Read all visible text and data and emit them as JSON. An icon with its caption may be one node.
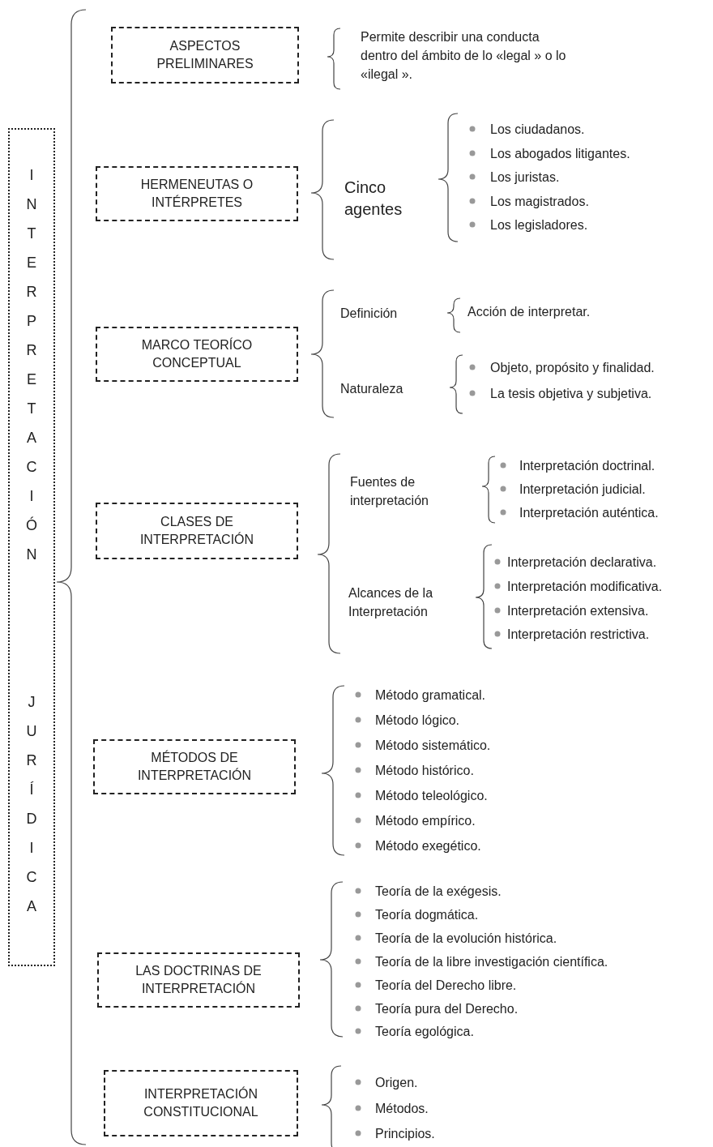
{
  "diagram": {
    "nodes": [
      {
        "text": [
          "INTERPRETACIÓN JURÍDICA"
        ]
      },
      {
        "text": [
          "ASPECTOS PRELIMINARES"
        ]
      },
      {
        "text": [
          "HERMENEUTAS O INTÉRPRETES"
        ]
      },
      {
        "text": [
          "MARCO TEORÍCO CONCEPTUAL"
        ]
      },
      {
        "text": [
          "CLASES DE INTERPRETACIÓN"
        ]
      },
      {
        "text": [
          "MÉTODOS DE INTERPRETACIÓN"
        ]
      },
      {
        "text": [
          "LAS DOCTRINAS DE INTERPRETACIÓN"
        ]
      },
      {
        "text": [
          "INTERPRETACIÓN CONSTITUCIONAL"
        ]
      }
    ],
    "labels": [
      "Permite describir una conducta dentro del ámbito de lo «legal » o lo «ilegal ».",
      "Cinco agentes",
      "Los ciudadanos.",
      "Los abogados litigantes.",
      "Los juristas.",
      "Los magistrados.",
      "Los legisladores.",
      "Definición",
      "Acción de interpretar.",
      "Naturaleza",
      "Objeto, propósito y finalidad.",
      "La tesis objetiva y subjetiva.",
      "Fuentes de interpretación",
      "Interpretación doctrinal.",
      "Interpretación judicial.",
      "Interpretación auténtica.",
      "Alcances de la Interpretación",
      "Interpretación declarativa.",
      "Interpretación modificativa.",
      "Interpretación extensiva.",
      "Interpretación restrictiva.",
      "Método gramatical.",
      "Método lógico.",
      "Método sistemático.",
      "Método histórico.",
      "Método teleológico.",
      "Método empírico.",
      "Método exegético.",
      "Teoría de la exégesis.",
      "Teoría dogmática.",
      "Teoría de la evolución histórica.",
      "Teoría de la libre investigación científica.",
      "Teoría del Derecho libre.",
      "Teoría pura del Derecho.",
      "Teoría egológica.",
      "Origen.",
      "Métodos.",
      "Principios."
    ]
  }
}
